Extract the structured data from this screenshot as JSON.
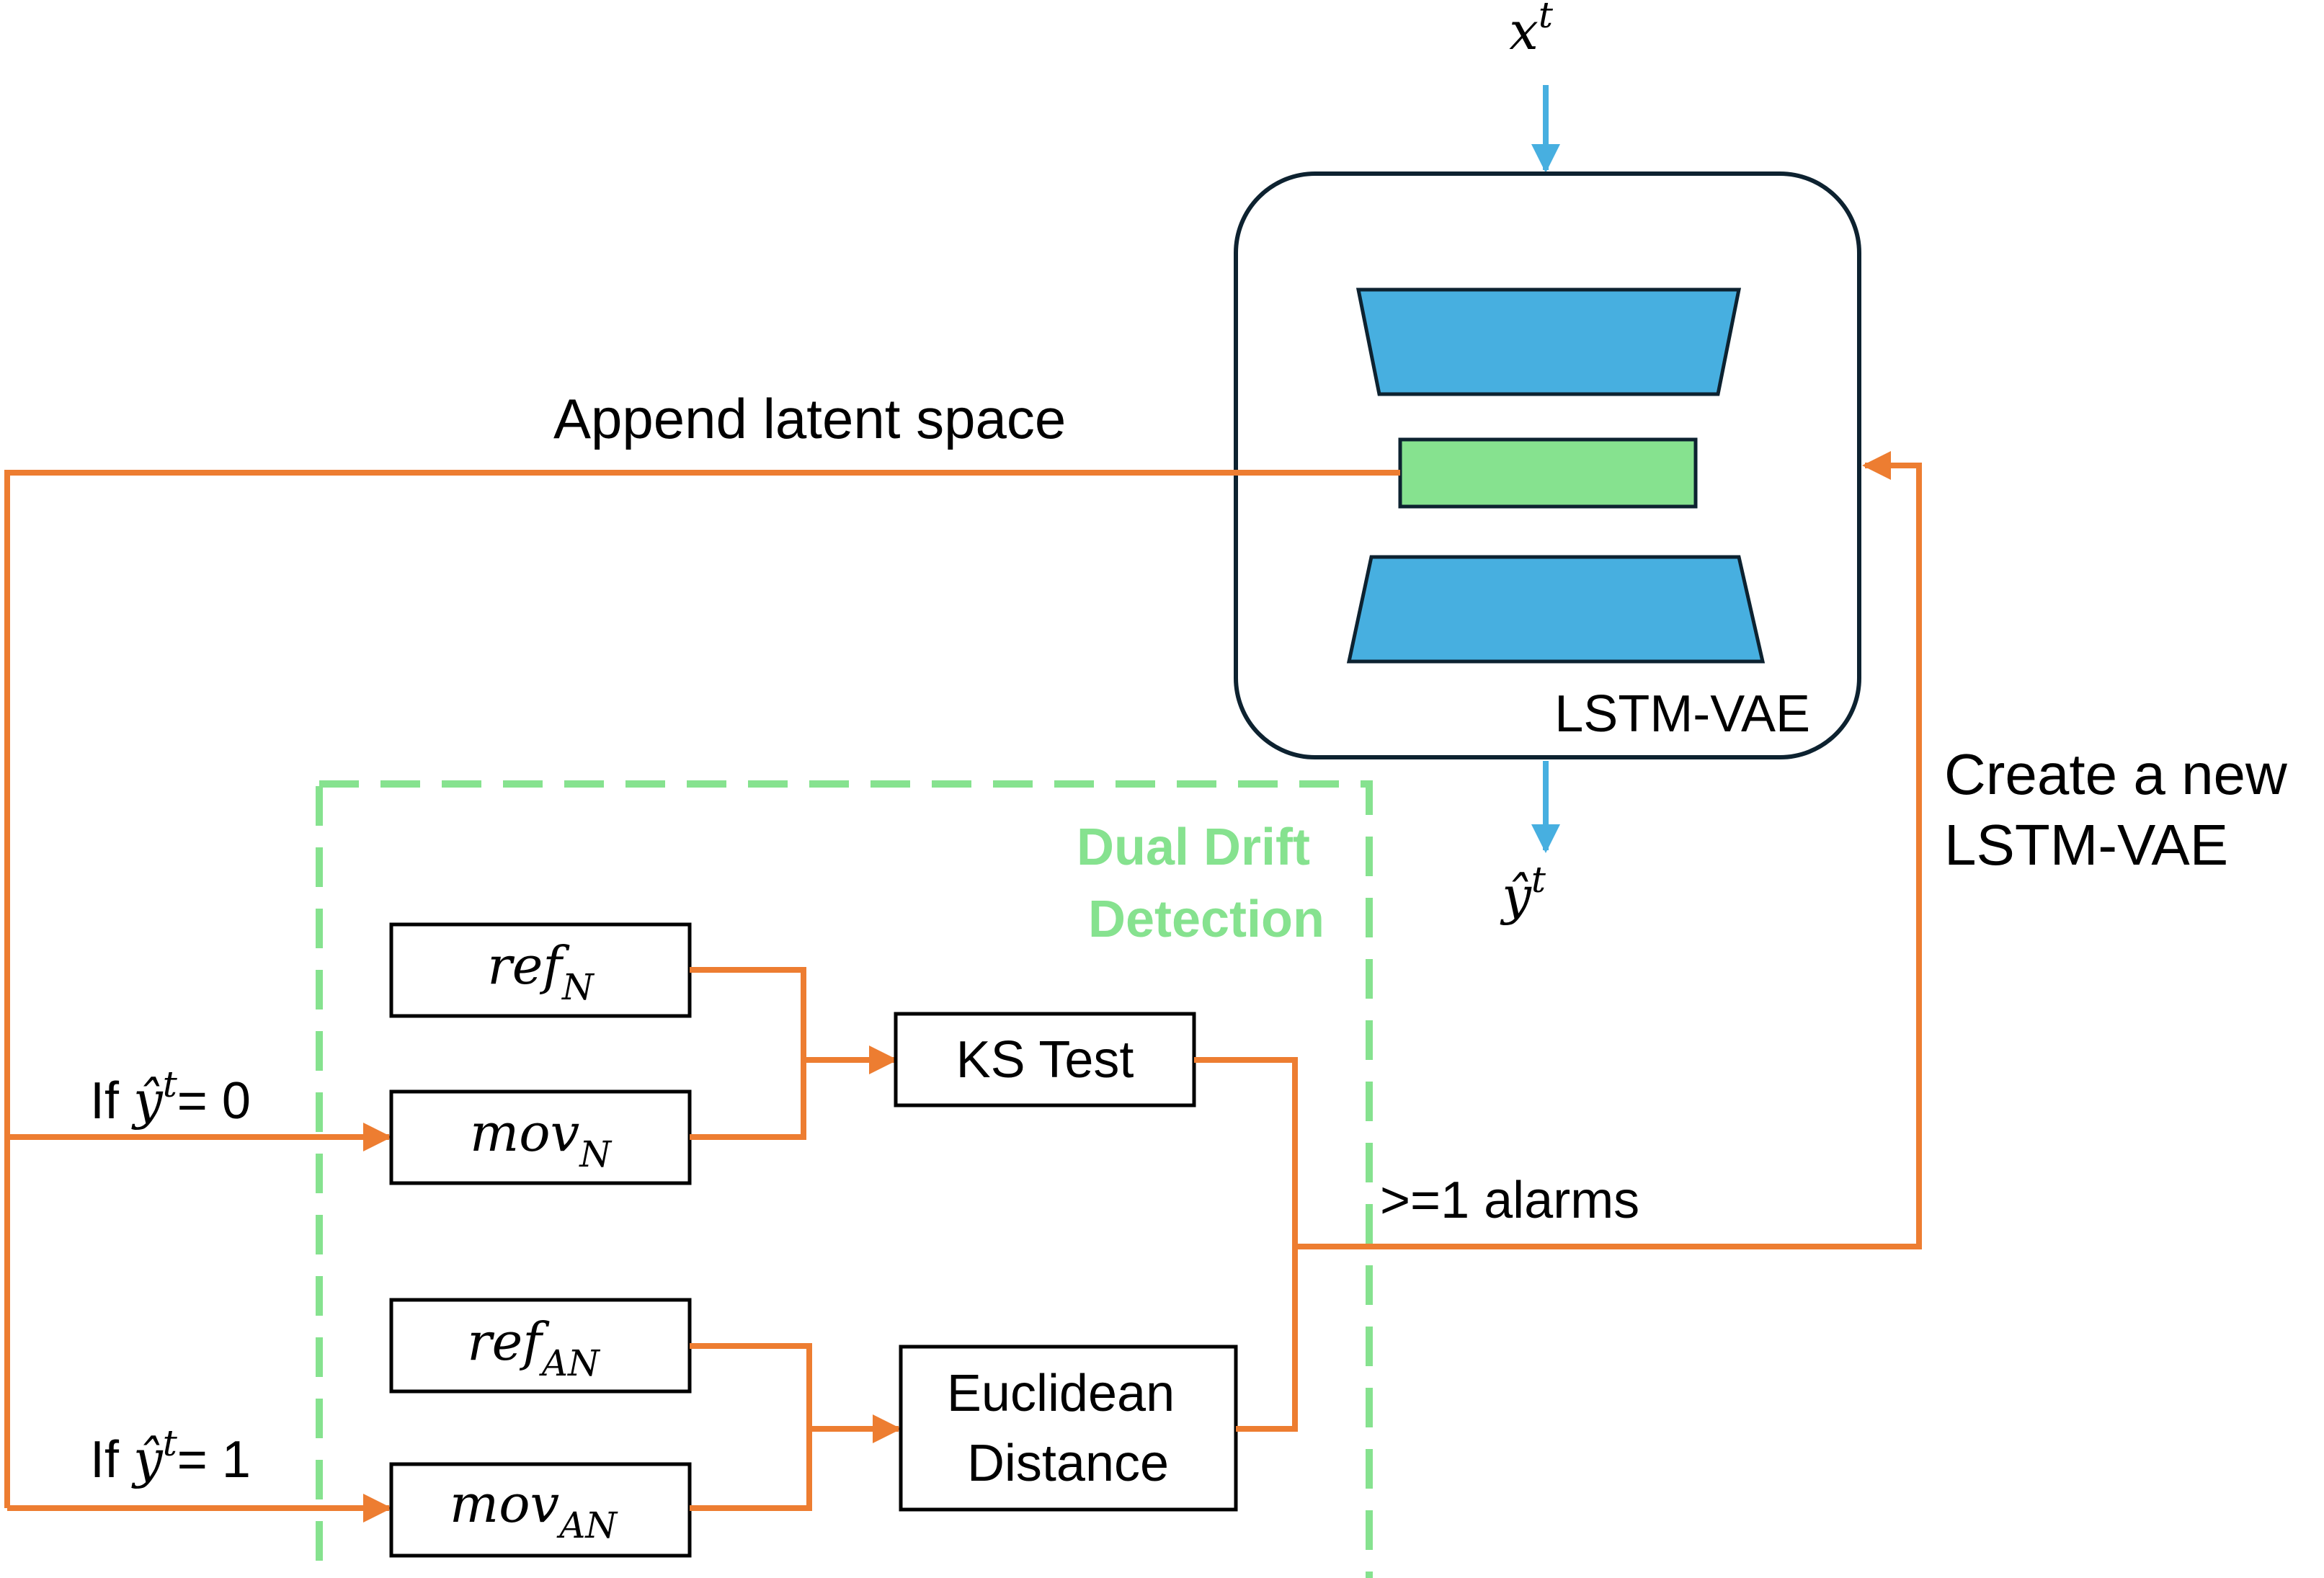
{
  "diagram": {
    "input": {
      "symbol": "x",
      "superscript": "t"
    },
    "output": {
      "symbol": "ŷ",
      "superscript": "t"
    },
    "model": {
      "label": "LSTM-VAE"
    },
    "append_label": "Append latent space",
    "create_label_line1": "Create a new",
    "create_label_line2": "LSTM-VAE",
    "detection": {
      "title_line1": "Dual Drift",
      "title_line2": "Detection"
    },
    "boxes": {
      "ref_n": {
        "main": "ref",
        "sub": "N"
      },
      "mov_n": {
        "main": "mov",
        "sub": "N"
      },
      "ref_an": {
        "main": "ref",
        "sub": "AN"
      },
      "mov_an": {
        "main": "mov",
        "sub": "AN"
      },
      "ks_test": "KS Test",
      "euclid_line1": "Euclidean",
      "euclid_line2": "Distance"
    },
    "condition_0": {
      "prefix": "If ",
      "symbol": "ŷ",
      "superscript": "t",
      "suffix": "= 0"
    },
    "condition_1": {
      "prefix": "If ",
      "symbol": "ŷ",
      "superscript": "t",
      "suffix": "= 1"
    },
    "alarm_label": ">=1 alarms",
    "colors": {
      "orange": "#ed7d31",
      "blue": "#47afe0",
      "green": "#86e28f",
      "dark_outline": "#0d2230"
    }
  }
}
